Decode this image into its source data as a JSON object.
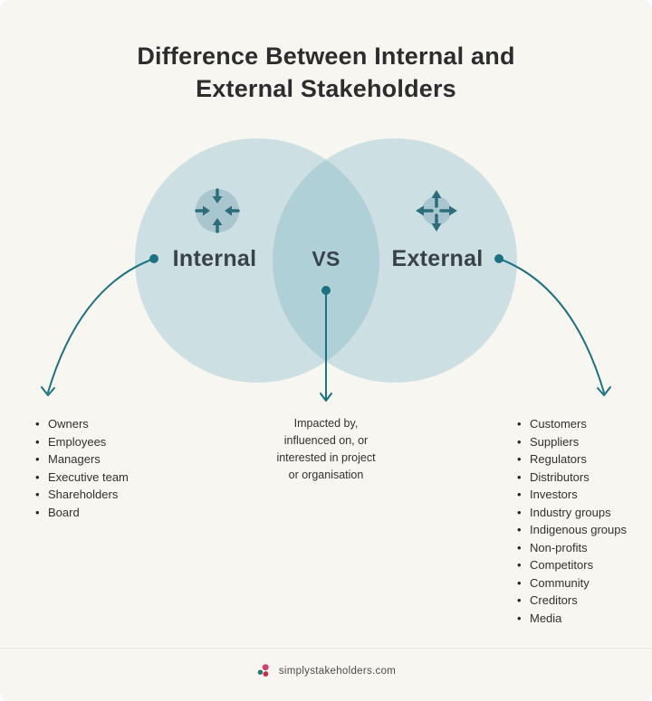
{
  "title": {
    "line1": "Difference Between Internal and",
    "line2": "External Stakeholders"
  },
  "venn": {
    "left": {
      "label": "Internal",
      "icon": "arrows-converge-icon"
    },
    "vs_label": "VS",
    "right": {
      "label": "External",
      "icon": "arrows-expand-icon"
    },
    "colors": {
      "circle_fill": "#cbdee2",
      "overlap_fill": "#afcfd8",
      "accent_teal": "#1b7280",
      "label_text": "#39424a"
    }
  },
  "annotations": {
    "internal_items": [
      "Owners",
      "Employees",
      "Managers",
      "Executive team",
      "Shareholders",
      "Board"
    ],
    "overlap_note_lines": [
      "Impacted by,",
      "influenced on, or",
      "interested in project",
      "or organisation"
    ],
    "external_items": [
      "Customers",
      "Suppliers",
      "Regulators",
      "Distributors",
      "Investors",
      "Industry groups",
      "Indigenous groups",
      "Non-profits",
      "Competitors",
      "Community",
      "Creditors",
      "Media"
    ]
  },
  "footer": {
    "url": "simplystakeholders.com",
    "logo": "simply-stakeholders-logo",
    "logo_colors": {
      "pink": "#d23f72",
      "teal": "#1f7a6d",
      "red": "#c43047"
    }
  }
}
